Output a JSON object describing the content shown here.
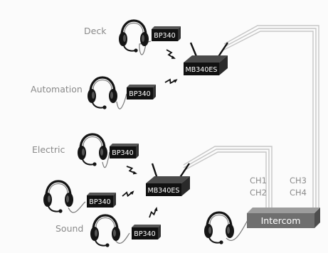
{
  "people": {
    "deck": "Deck",
    "automation": "Automation",
    "electric": "Electric",
    "sound": "Sound"
  },
  "beltpacks": {
    "deck": "BP340",
    "automation": "BP340",
    "electric": "BP340",
    "unlabeled": "BP340",
    "sound": "BP340"
  },
  "base_stations": {
    "upper": "MB340ES",
    "lower": "MB340ES"
  },
  "intercom": {
    "label": "Intercom",
    "ch1": "CH1",
    "ch2": "CH2",
    "ch3": "CH3",
    "ch4": "CH4"
  },
  "colors": {
    "device": "#111111",
    "cable": "#c8c8c8",
    "label_text": "#8a8a8a",
    "intercom_box": "#6f6f6f"
  }
}
